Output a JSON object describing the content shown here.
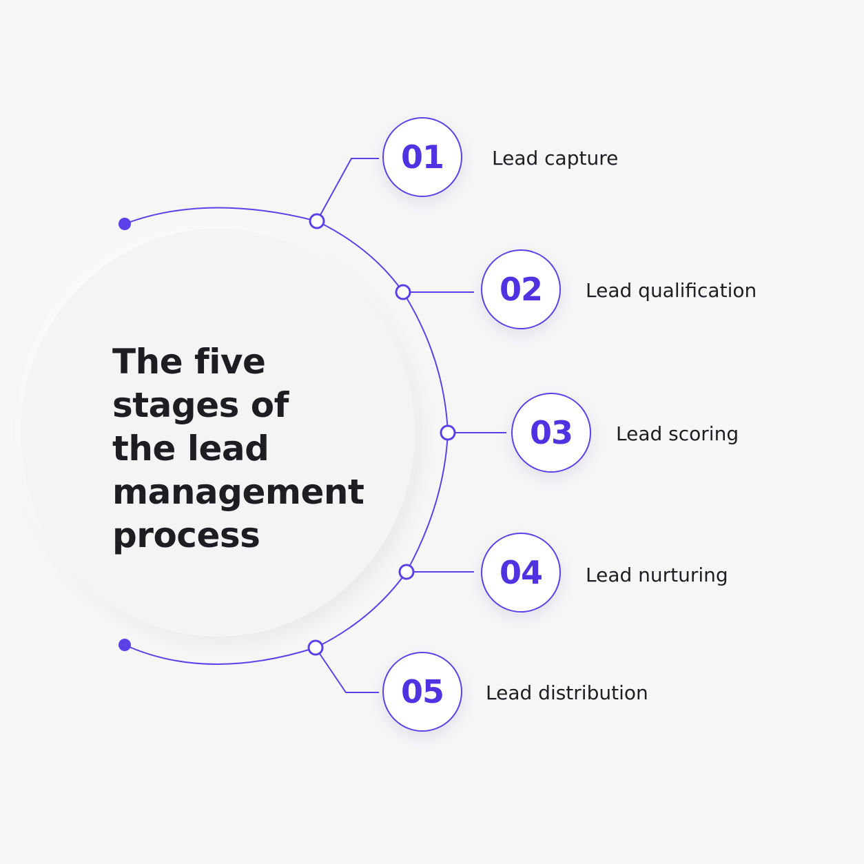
{
  "title": "The five\nstages of\nthe lead\nmanagement\nprocess",
  "accent_color": "#5b3fe8",
  "stages": [
    {
      "number": "01",
      "label": "Lead capture"
    },
    {
      "number": "02",
      "label": "Lead qualification"
    },
    {
      "number": "03",
      "label": "Lead scoring"
    },
    {
      "number": "04",
      "label": "Lead nurturing"
    },
    {
      "number": "05",
      "label": "Lead distribution"
    }
  ]
}
